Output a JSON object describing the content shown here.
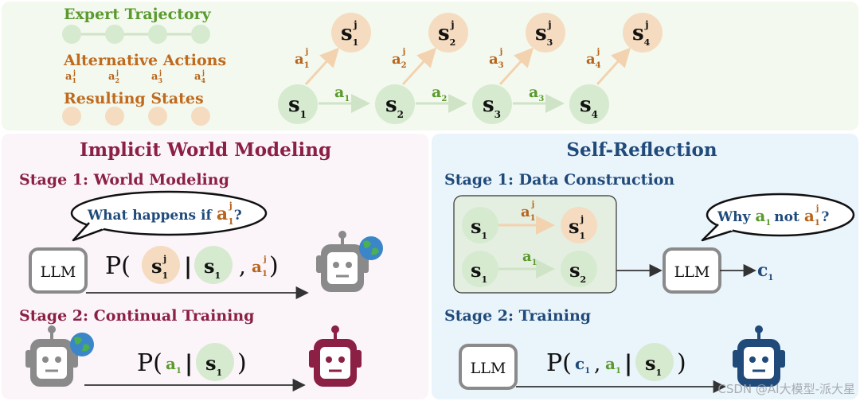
{
  "legend": {
    "expert_label": "Expert Trajectory",
    "alt_label": "Alternative Actions",
    "alt_items": [
      "a",
      "a",
      "a",
      "a"
    ],
    "alt_subs": [
      "1",
      "2",
      "3",
      "4"
    ],
    "result_label": "Resulting States"
  },
  "trajectory": {
    "states": [
      "s",
      "s",
      "s",
      "s"
    ],
    "state_subs": [
      "1",
      "2",
      "3",
      "4"
    ],
    "actions": [
      "a",
      "a",
      "a"
    ],
    "action_subs": [
      "1",
      "2",
      "3"
    ],
    "alt_states": [
      "s",
      "s",
      "s",
      "s"
    ],
    "alt_state_subs": [
      "1",
      "2",
      "3",
      "4"
    ],
    "alt_actions": [
      "a",
      "a",
      "a",
      "a"
    ],
    "alt_action_subs": [
      "1",
      "2",
      "3",
      "4"
    ],
    "sup": "j"
  },
  "left": {
    "title": "Implicit World Modeling",
    "stage1": "Stage 1: World Modeling",
    "bubble_text": "What happens if",
    "bubble_a": "a",
    "bubble_sub": "1",
    "bubble_q": "?",
    "llm": "LLM",
    "p1_open": "P(",
    "p1_bar": "|",
    "p1_comma": ",",
    "p1_close": ")",
    "stage2": "Stage 2: Continual Training",
    "p2_open": "P(",
    "p2_bar": "|",
    "p2_close": ")"
  },
  "right": {
    "title": "Self-Reflection",
    "stage1": "Stage 1: Data Construction",
    "bubble_why": "Why",
    "bubble_not": "not",
    "bubble_q": "?",
    "llm": "LLM",
    "c_label": "c",
    "c_sub": "1",
    "stage2": "Stage 2: Training",
    "llm2": "LLM",
    "p_open": "P(",
    "p_comma": ",",
    "p_bar": "|",
    "p_close": ")"
  },
  "watermark": "CSDN @AI大模型-派大星",
  "colors": {
    "green_text": "#5a9a2e",
    "orange_text": "#b8641c",
    "left_title": "#8b1f44",
    "right_title": "#1f4a7a",
    "state_fill": "#d6ead0",
    "alt_fill": "#f5dcc0",
    "robot_gray": "#8a8a8a",
    "robot_red": "#8b1f44",
    "robot_blue": "#1f4a7a"
  }
}
